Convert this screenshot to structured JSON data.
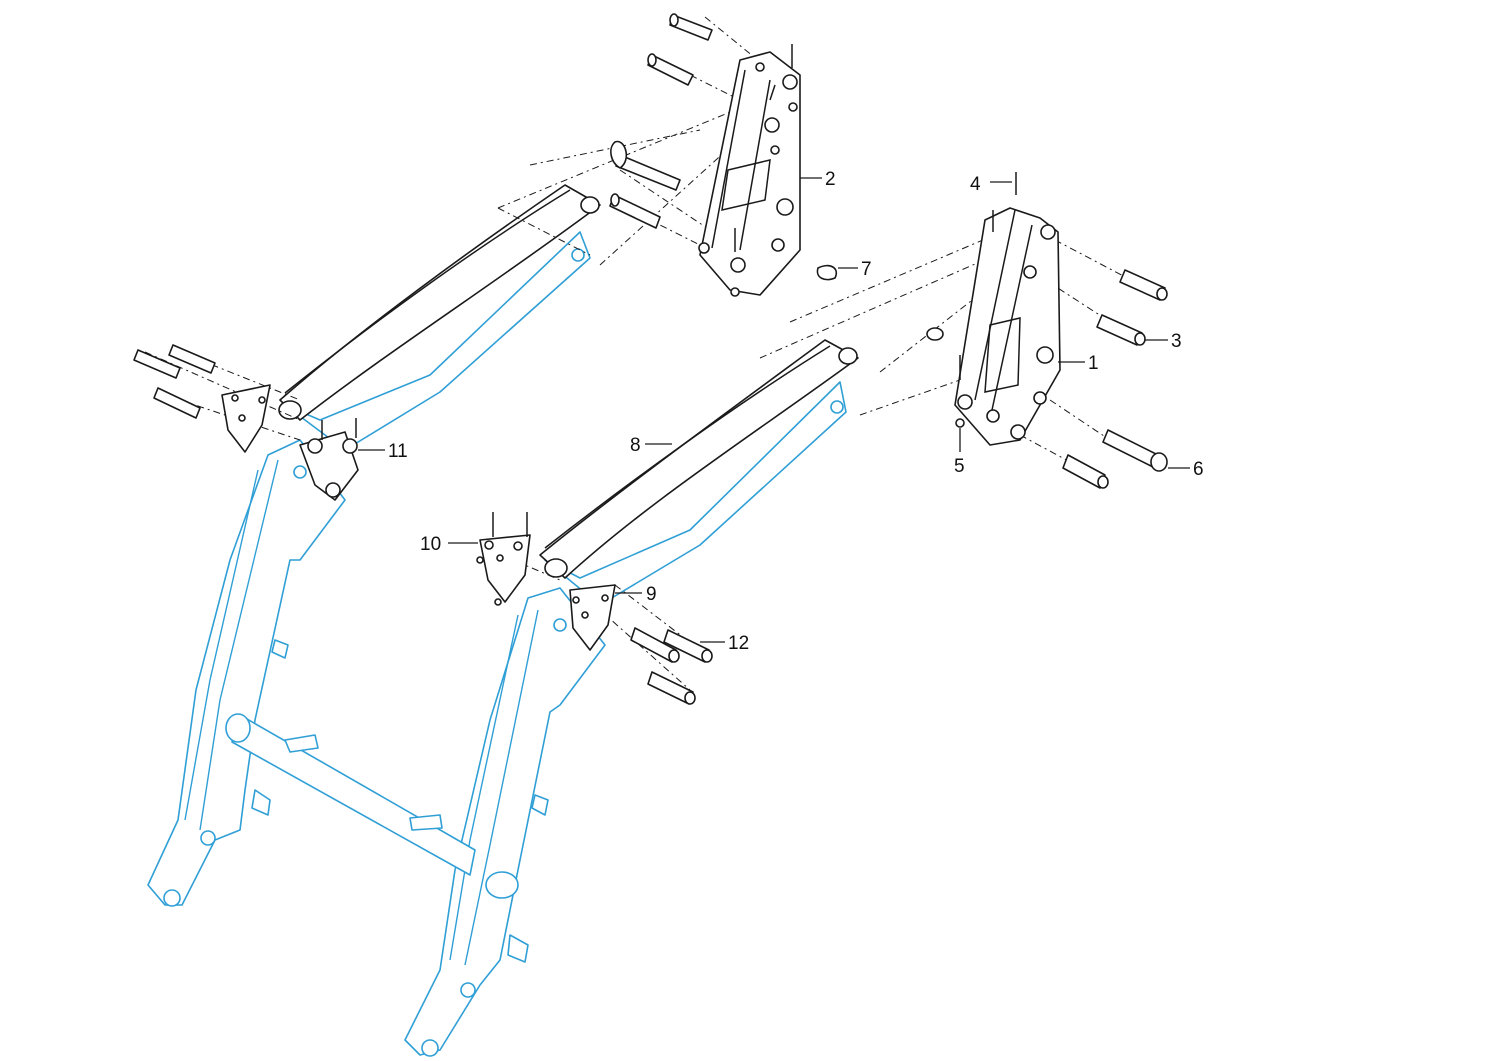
{
  "callouts": [
    {
      "id": "1",
      "label": "1"
    },
    {
      "id": "2",
      "label": "2"
    },
    {
      "id": "3",
      "label": "3"
    },
    {
      "id": "4",
      "label": "4"
    },
    {
      "id": "5",
      "label": "5"
    },
    {
      "id": "6",
      "label": "6"
    },
    {
      "id": "7",
      "label": "7"
    },
    {
      "id": "8",
      "label": "8"
    },
    {
      "id": "9",
      "label": "9"
    },
    {
      "id": "10",
      "label": "10"
    },
    {
      "id": "11",
      "label": "11"
    },
    {
      "id": "12",
      "label": "12"
    }
  ],
  "colors": {
    "frame": "#2f9fd6",
    "parts": "#1a1a1a",
    "background": "#ffffff"
  }
}
